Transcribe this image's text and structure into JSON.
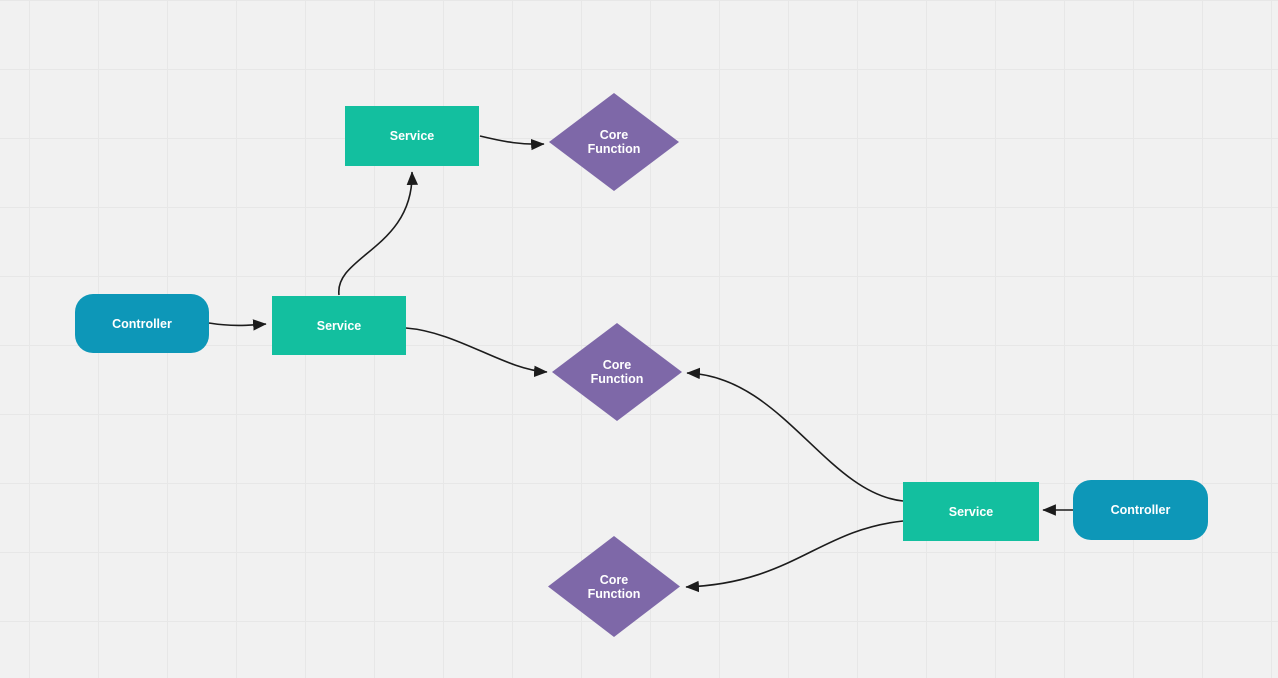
{
  "diagram": {
    "nodes": [
      {
        "id": "controller-left",
        "type": "controller",
        "label": "Controller"
      },
      {
        "id": "service-middle",
        "type": "service",
        "label": "Service"
      },
      {
        "id": "service-top",
        "type": "service",
        "label": "Service"
      },
      {
        "id": "core-function-top",
        "type": "core-function",
        "label": "Core\nFunction"
      },
      {
        "id": "core-function-middle",
        "type": "core-function",
        "label": "Core\nFunction"
      },
      {
        "id": "core-function-bottom",
        "type": "core-function",
        "label": "Core\nFunction"
      },
      {
        "id": "service-right",
        "type": "service",
        "label": "Service"
      },
      {
        "id": "controller-right",
        "type": "controller",
        "label": "Controller"
      }
    ],
    "edges": [
      {
        "from": "controller-left",
        "to": "service-middle"
      },
      {
        "from": "service-middle",
        "to": "service-top"
      },
      {
        "from": "service-top",
        "to": "core-function-top"
      },
      {
        "from": "service-middle",
        "to": "core-function-middle"
      },
      {
        "from": "service-right",
        "to": "core-function-middle"
      },
      {
        "from": "service-right",
        "to": "core-function-bottom"
      },
      {
        "from": "controller-right",
        "to": "service-right"
      }
    ]
  },
  "colors": {
    "controller_fill": "#0d97b8",
    "service_fill": "#13bf9f",
    "core_function_fill": "#7e68a8",
    "connector_stroke": "#1c1c1c",
    "canvas_bg": "#f1f1f1",
    "grid_line": "#e7e7e7"
  }
}
